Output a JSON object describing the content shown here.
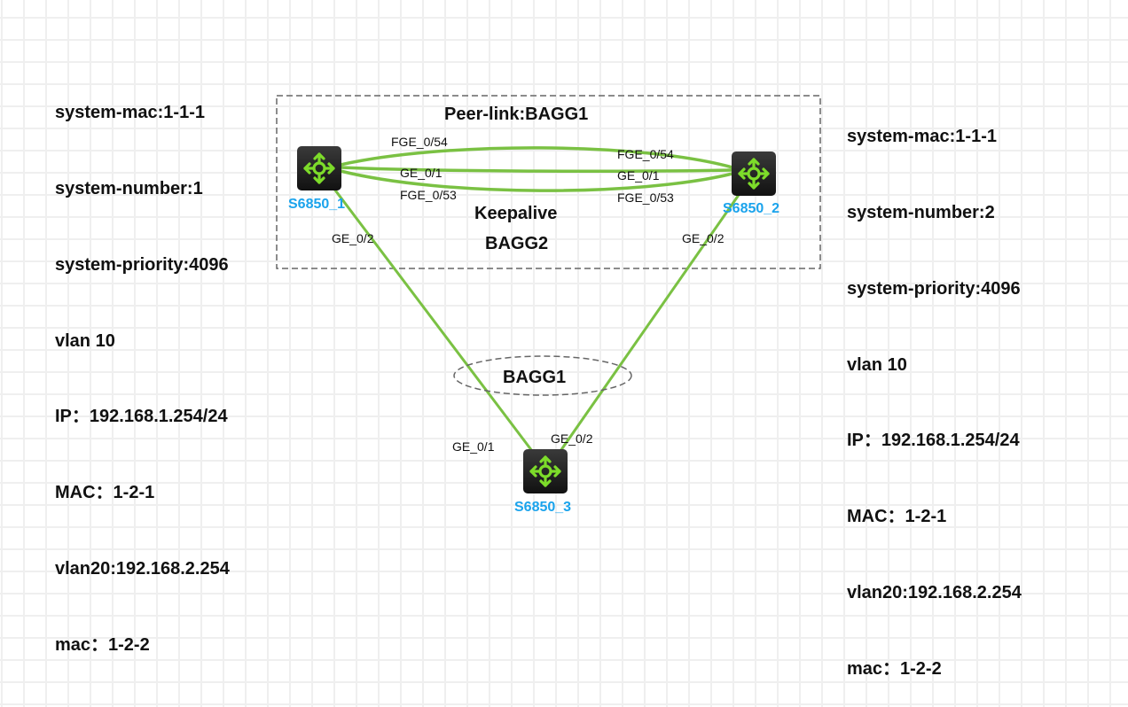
{
  "colors": {
    "link": "#7ac143",
    "device_label": "#1aa3ec",
    "dash": "#666666",
    "icon_bg": "#1e1e1e",
    "icon_fg": "#7ddc2a"
  },
  "left_info": [
    "system-mac:1-1-1",
    "system-number:1",
    "system-priority:4096",
    "vlan 10",
    "IP：192.168.1.254/24",
    "MAC：1-2-1",
    "vlan20:192.168.2.254",
    "mac：1-2-2"
  ],
  "right_info": [
    "system-mac:1-1-1",
    "system-number:2",
    "system-priority:4096",
    "vlan 10",
    "IP：192.168.1.254/24",
    "MAC：1-2-1",
    "vlan20:192.168.2.254",
    "mac：1-2-2"
  ],
  "group_box": {
    "peer_link_label": "Peer-link:BAGG1",
    "keepalive_label": "Keepalive",
    "keepalive_bagg_label": "BAGG2"
  },
  "devices": {
    "s1": {
      "name": "S6850_1",
      "icon": "switch-icon"
    },
    "s2": {
      "name": "S6850_2",
      "icon": "switch-icon"
    },
    "s3": {
      "name": "S6850_3",
      "icon": "switch-icon"
    }
  },
  "ports": {
    "s1_fge54": "FGE_0/54",
    "s1_ge1": "GE_0/1",
    "s1_fge53": "FGE_0/53",
    "s1_ge2": "GE_0/2",
    "s2_fge54": "FGE_0/54",
    "s2_ge1": "GE_0/1",
    "s2_fge53": "FGE_0/53",
    "s2_ge2": "GE_0/2",
    "s3_ge1": "GE_0/1",
    "s3_ge2": "GE_0/2"
  },
  "aggregate": {
    "label": "BAGG1"
  }
}
